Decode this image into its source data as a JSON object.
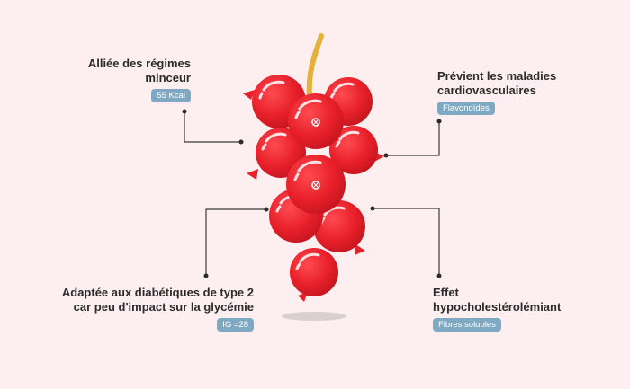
{
  "colors": {
    "background": "#fdeef0",
    "berry": "#e8202a",
    "berry_dark": "#c4161f",
    "stem": "#e5b13a",
    "connector": "#3a3a3a",
    "badge": "#7fa9c2",
    "text": "#2b2b2b"
  },
  "annotations": {
    "top_left": {
      "lines": [
        "Alliée des régimes",
        "minceur"
      ],
      "badge": "55 Kcal"
    },
    "top_right": {
      "lines": [
        "Prévient les maladies",
        "cardiovasculaires"
      ],
      "badge": "Flavonoïdes"
    },
    "bottom_left": {
      "lines": [
        "Adaptée aux diabétiques de type 2",
        "car peu d'impact sur la glycémie"
      ],
      "badge": "IG =28"
    },
    "bottom_right": {
      "lines": [
        "Effet",
        "hypocholestérolémiant"
      ],
      "badge": "Fibres solubles"
    }
  }
}
